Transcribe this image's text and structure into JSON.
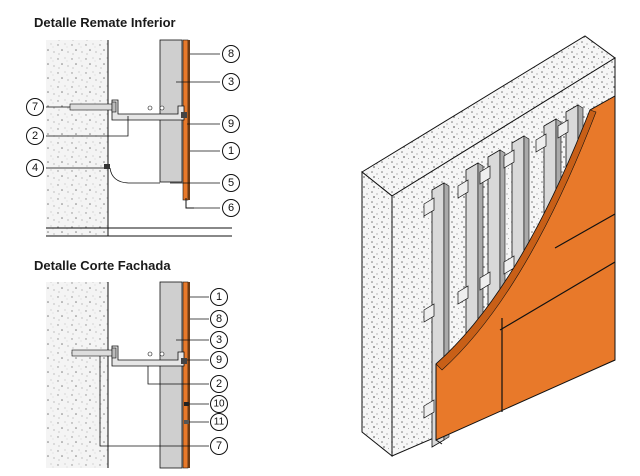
{
  "details": {
    "top": {
      "title": "Detalle Remate Inferior",
      "callouts": [
        {
          "key": "c8a",
          "num": "8"
        },
        {
          "key": "c3a",
          "num": "3"
        },
        {
          "key": "c7a",
          "num": "7"
        },
        {
          "key": "c9a",
          "num": "9"
        },
        {
          "key": "c2a",
          "num": "2"
        },
        {
          "key": "c1a",
          "num": "1"
        },
        {
          "key": "c4a",
          "num": "4"
        },
        {
          "key": "c5a",
          "num": "5"
        },
        {
          "key": "c6a",
          "num": "6"
        }
      ]
    },
    "bottom": {
      "title": "Detalle Corte Fachada",
      "callouts": [
        {
          "key": "c1b",
          "num": "1"
        },
        {
          "key": "c8b",
          "num": "8"
        },
        {
          "key": "c3b",
          "num": "3"
        },
        {
          "key": "c9b",
          "num": "9"
        },
        {
          "key": "c2b",
          "num": "2"
        },
        {
          "key": "c10b",
          "num": "10"
        },
        {
          "key": "c11b",
          "num": "11"
        },
        {
          "key": "c7b",
          "num": "7"
        }
      ]
    }
  },
  "colors": {
    "panel_orange": "#e8792a",
    "panel_orange_dark": "#c85f17",
    "insulation_gray": "#cfcfcf",
    "concrete_speckle": "#9a9a9a",
    "rail_gray": "#d9d9d9",
    "line": "#111111"
  }
}
